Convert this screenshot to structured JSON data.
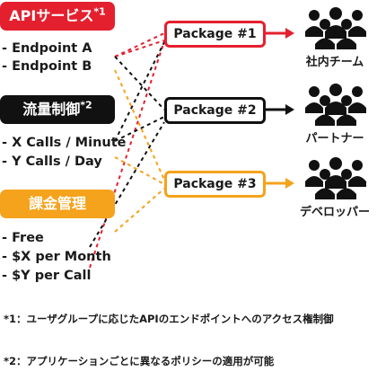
{
  "categories": [
    {
      "title": "APIサービス",
      "marker": "*1",
      "color": "#e4202e",
      "items": [
        "- Endpoint A",
        "- Endpoint B"
      ]
    },
    {
      "title": "流量制御",
      "marker": "*2",
      "color": "#111111",
      "items": [
        "- X Calls / Minute",
        "- Y Calls / Day"
      ]
    },
    {
      "title": "課金管理",
      "marker": "",
      "color": "#f5a21c",
      "items": [
        "- Free",
        "- $X per Month",
        "- $Y per Call"
      ]
    }
  ],
  "packages": [
    {
      "label": "Package #1",
      "color": "#e4202e"
    },
    {
      "label": "Package #2",
      "color": "#111111"
    },
    {
      "label": "Package #3",
      "color": "#f5a21c"
    }
  ],
  "audiences": [
    {
      "label": "社内チーム",
      "icon": "people-group-icon"
    },
    {
      "label": "パートナー",
      "icon": "people-group-icon"
    },
    {
      "label": "デベロッパー",
      "icon": "people-group-icon"
    }
  ],
  "notes": [
    {
      "marker": "*1：",
      "text": "ユーザグループに応じたAPIのエンドポイントへのアクセス権制御"
    },
    {
      "marker": "*2：",
      "text": "アプリケーションごとに異なるポリシーの適用が可能"
    }
  ]
}
